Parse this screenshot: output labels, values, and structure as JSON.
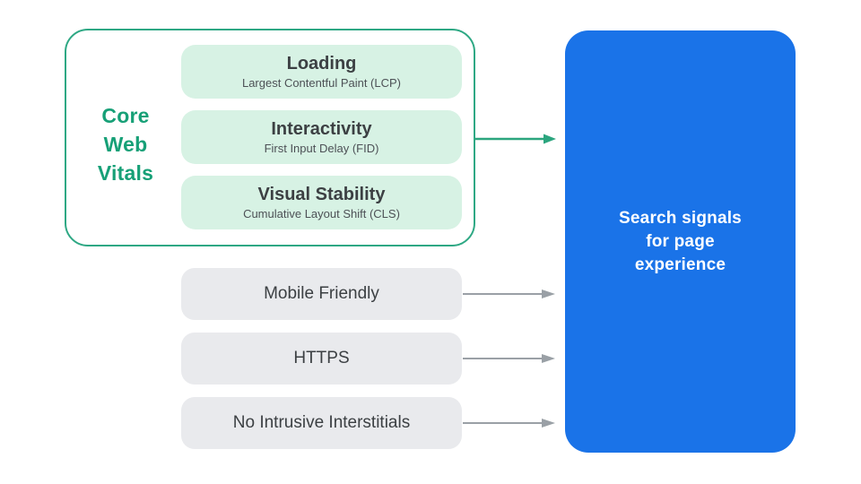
{
  "colors": {
    "green_text": "#17a077",
    "green_border": "#2ea884",
    "green_arrow": "#2ba57e",
    "mint_fill": "#d7f2e4",
    "gray_fill": "#e9eaed",
    "gray_arrow": "#9aa0a6",
    "blue_fill": "#1a73e8",
    "title_text": "#3c4043",
    "subtitle_text": "#4d5156",
    "result_text": "#ffffff"
  },
  "core_web_vitals": {
    "label": "Core\nWeb\nVitals",
    "items": [
      {
        "title": "Loading",
        "subtitle": "Largest Contentful Paint (LCP)"
      },
      {
        "title": "Interactivity",
        "subtitle": "First Input Delay (FID)"
      },
      {
        "title": "Visual Stability",
        "subtitle": "Cumulative Layout Shift (CLS)"
      }
    ]
  },
  "other_signals": [
    {
      "label": "Mobile Friendly"
    },
    {
      "label": "HTTPS"
    },
    {
      "label": "No Intrusive Interstitials"
    }
  ],
  "result": {
    "label": "Search signals\nfor page\nexperience"
  }
}
